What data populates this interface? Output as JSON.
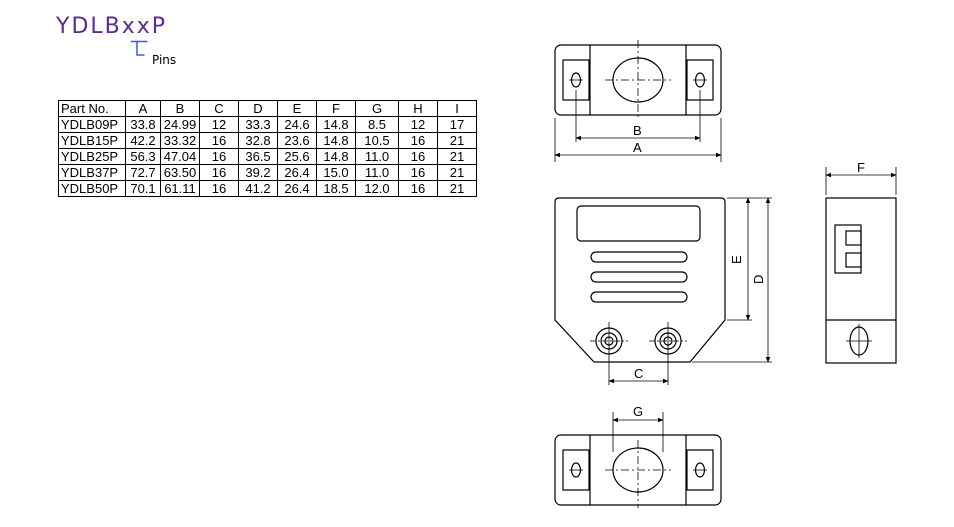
{
  "header": {
    "model_code_prefix": "YDLB",
    "model_code_suffix": "xxP",
    "pins_label": "Pins"
  },
  "table": {
    "columns": [
      "Part No.",
      "A",
      "B",
      "C",
      "D",
      "E",
      "F",
      "G",
      "H",
      "I"
    ],
    "rows": [
      [
        "YDLB09P",
        "33.8",
        "24.99",
        "12",
        "33.3",
        "24.6",
        "14.8",
        "8.5",
        "12",
        "17"
      ],
      [
        "YDLB15P",
        "42.2",
        "33.32",
        "16",
        "32.8",
        "23.6",
        "14.8",
        "10.5",
        "16",
        "21"
      ],
      [
        "YDLB25P",
        "56.3",
        "47.04",
        "16",
        "36.5",
        "25.6",
        "14.8",
        "11.0",
        "16",
        "21"
      ],
      [
        "YDLB37P",
        "72.7",
        "63.50",
        "16",
        "39.2",
        "26.4",
        "15.0",
        "11.0",
        "16",
        "21"
      ],
      [
        "YDLB50P",
        "70.1",
        "61.11",
        "16",
        "41.2",
        "26.4",
        "18.5",
        "12.0",
        "16",
        "21"
      ]
    ]
  },
  "drawing": {
    "dim_labels": {
      "A": "A",
      "B": "B",
      "C": "C",
      "D": "D",
      "E": "E",
      "F": "F",
      "G": "G"
    }
  }
}
